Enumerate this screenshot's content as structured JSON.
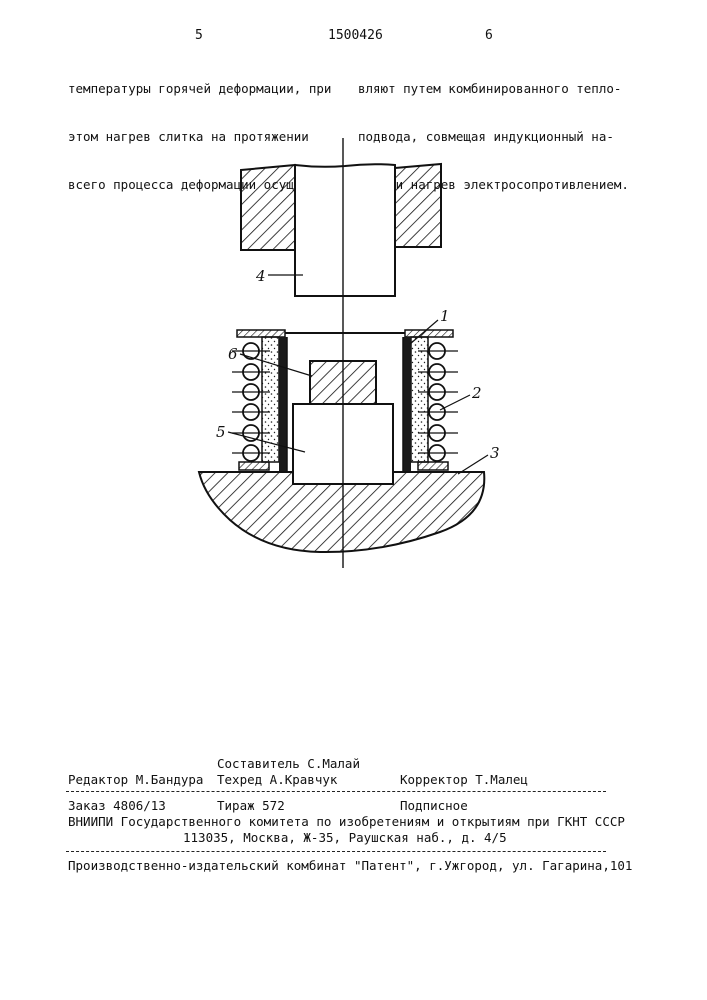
{
  "header": {
    "page_left": "5",
    "patent_number": "1500426",
    "page_right": "6"
  },
  "text": {
    "left_column": [
      "температуры горячей деформации, при",
      "этом нагрев слитка на протяжении",
      "всего процесса деформации осущест-"
    ],
    "right_column": [
      "вляют путем комбинированного тепло-",
      "подвода, совмещая индукционный на-",
      "грев и нагрев электросопротивлением."
    ]
  },
  "figure": {
    "labels": [
      "1",
      "2",
      "3",
      "4",
      "5",
      "6"
    ]
  },
  "footer": {
    "compiler": "Составитель С.Малай",
    "editor": "Редактор М.Бандура",
    "techred": "Техред А.Кравчук",
    "corrector": "Корректор Т.Малец",
    "order": "Заказ 4806/13",
    "circulation": "Тираж 572",
    "subscription": "Подписное",
    "institute": "ВНИИПИ Государственного комитета по изобретениям и открытиям при ГКНТ СССР",
    "address": "113035, Москва, Ж-35, Раушская наб., д. 4/5",
    "publisher": "Производственно-издательский комбинат \"Патент\", г.Ужгород, ул. Гагарина,101"
  }
}
